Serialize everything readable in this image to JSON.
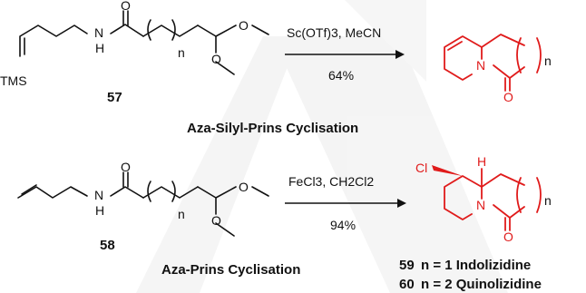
{
  "colors": {
    "text": "#111111",
    "product": "#e01b1b",
    "watermark": "#e9e9e9"
  },
  "reaction1": {
    "conditions": "Sc(OTf)3, MeCN",
    "yield": "64%",
    "substrate_label": "57",
    "title": "Aza-Silyl-Prins Cyclisation",
    "atoms": {
      "tms": "TMS",
      "nh_n": "N",
      "nh_h": "H",
      "carbonyl_o": "O",
      "ome1": "O",
      "ome2": "O",
      "sub_n": "n"
    },
    "product_atoms": {
      "n": "N",
      "o": "O",
      "n_sub": "n"
    }
  },
  "reaction2": {
    "conditions_1": "FeCl3, CH2Cl2",
    "yield": "94%",
    "substrate_label": "58",
    "title": "Aza-Prins Cyclisation",
    "atoms": {
      "nh_n": "N",
      "nh_h": "H",
      "carbonyl_o": "O",
      "ome1": "O",
      "ome2": "O",
      "sub_n": "n"
    },
    "product_atoms": {
      "cl": "Cl",
      "h": "H",
      "n": "N",
      "o": "O",
      "n_sub": "n"
    }
  },
  "products": [
    {
      "number": "59",
      "desc": "n = 1 Indolizidine"
    },
    {
      "number": "60",
      "desc": "n = 2 Quinolizidine"
    }
  ]
}
